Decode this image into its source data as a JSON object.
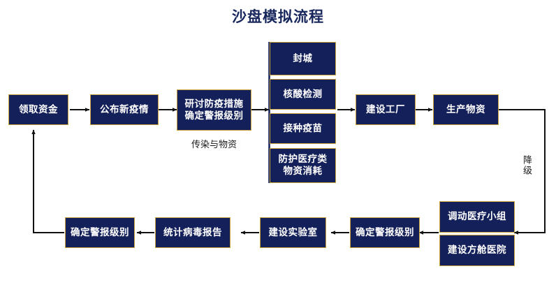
{
  "title": "沙盘模拟流程",
  "theme": {
    "node_fill": "#14205a",
    "node_border": "#c8a53c",
    "node_text": "#ffffff",
    "title_color": "#17265c",
    "connector_color": "#111111",
    "background": "#ffffff"
  },
  "nodes": {
    "get_funds": {
      "label": "领取资金"
    },
    "announce_epidemic": {
      "label": "公布新疫情"
    },
    "discuss_measures": {
      "line1": "研讨防疫措施",
      "line2": "确定警报级别"
    },
    "discuss_caption": {
      "label": "传染与物资"
    },
    "lockdown": {
      "label": "封城"
    },
    "nucleic_test": {
      "label": "核酸检测"
    },
    "vaccinate": {
      "label": "接种疫苗"
    },
    "supply_consumption": {
      "line1": "防护医疗类",
      "line2": "物资消耗"
    },
    "build_factory": {
      "label": "建设工厂"
    },
    "produce_supplies": {
      "label": "生产物资"
    },
    "mobilize_medical_team": {
      "label": "调动医疗小组"
    },
    "build_shelter_hospital": {
      "label": "建设方舱医院"
    },
    "confirm_alert_level_right": {
      "label": "确定警报级别"
    },
    "build_lab": {
      "label": "建设实验室"
    },
    "virus_report": {
      "label": "统计病毒报告"
    },
    "confirm_alert_level_left": {
      "label": "确定警报级别"
    }
  },
  "edge_labels": {
    "downgrade": "降级"
  }
}
